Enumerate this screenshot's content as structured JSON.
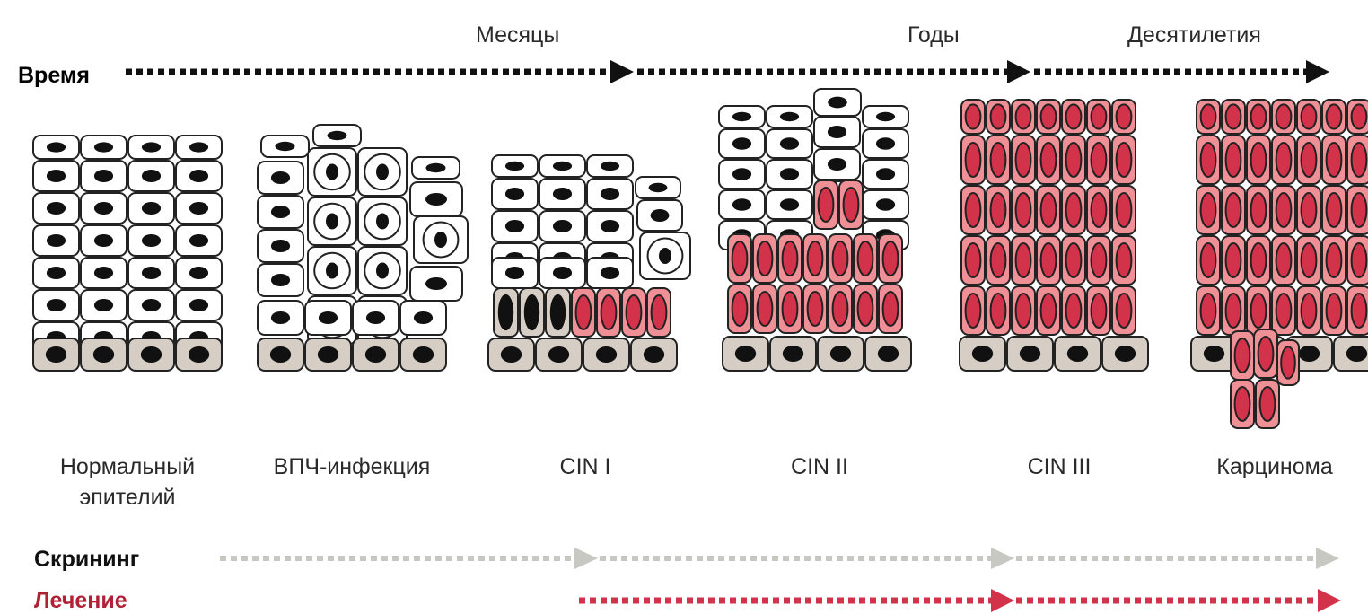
{
  "timeline": {
    "label": "Время",
    "periods": [
      "Месяцы",
      "Годы",
      "Десятилетия"
    ]
  },
  "stages": [
    {
      "lines": [
        "Нормальный",
        "эпителий"
      ]
    },
    {
      "lines": [
        "ВПЧ-инфекция"
      ]
    },
    {
      "lines": [
        "CIN I"
      ]
    },
    {
      "lines": [
        "CIN II"
      ]
    },
    {
      "lines": [
        "CIN III"
      ]
    },
    {
      "lines": [
        "Карцинома"
      ]
    }
  ],
  "rows": {
    "screening": "Скрининг",
    "treatment": "Лечение"
  },
  "colors": {
    "time_arrow": "#111111",
    "screening_arrow": "#c8c8c2",
    "treatment_arrow": "#d3334a",
    "normal_cell_fill": "#ffffff",
    "basal_cell_fill": "#d6cec4",
    "dysplastic_cell_fill": "#ef8f96",
    "dysplastic_nucleus": "#d3334a",
    "nucleus": "#111111",
    "treatment_label": "#b02136"
  }
}
